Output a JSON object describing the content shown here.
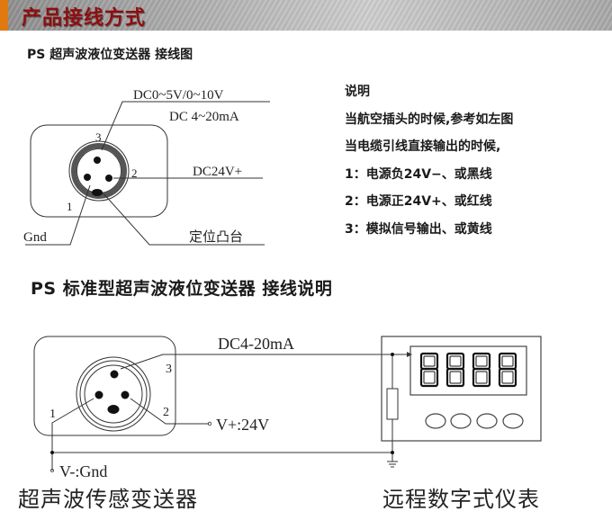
{
  "header": {
    "title": "产品接线方式",
    "accent_color": "#e07a10",
    "title_color": "#8e0e10"
  },
  "section1": {
    "title": "PS 超声波液位变送器 接线图",
    "diagram": {
      "pin_numbers": [
        "1",
        "2",
        "3"
      ],
      "labels": {
        "signal_voltage": "DC0~5V/0~10V",
        "signal_current": "DC 4~20mA",
        "power_positive": "DC24V+",
        "ground": "Gnd",
        "locating_boss": "定位凸台"
      }
    },
    "notes": {
      "heading": "说明",
      "lines": [
        "当航空插头的时候,参考如左图",
        "当电缆引线直接输出的时候,",
        "1：电源负24V−、或黑线",
        "2：电源正24V+、或红线",
        "3：模拟信号输出、或黄线"
      ]
    }
  },
  "section2": {
    "title": "PS 标准型超声波液位变送器 接线说明",
    "diagram": {
      "pin_numbers": [
        "1",
        "2",
        "3"
      ],
      "labels": {
        "signal": "DC4-20mA",
        "power_positive": "V+:24V",
        "power_negative": "V-:Gnd"
      },
      "display_digits": "8888",
      "button_count": 4
    },
    "captions": {
      "sensor": "超声波传感变送器",
      "meter": "远程数字式仪表"
    }
  }
}
